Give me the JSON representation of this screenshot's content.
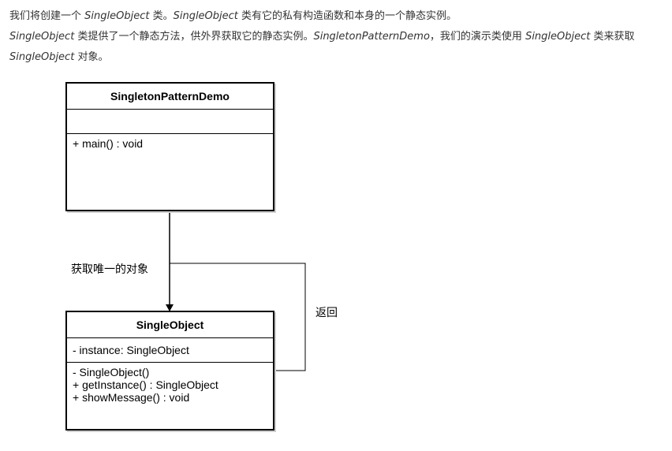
{
  "intro": {
    "line1": {
      "p1": "我们将创建一个 ",
      "e1": "SingleObject",
      "p2": " 类。",
      "e2": "SingleObject",
      "p3": " 类有它的私有构造函数和本身的一个静态实例。"
    },
    "line2": {
      "e1": "SingleObject",
      "p1": " 类提供了一个静态方法，供外界获取它的静态实例。",
      "e2": "SingletonPatternDemo",
      "p2": "，我们的演示类使用 ",
      "e3": "SingleObject",
      "p3": " 类来获取 ",
      "e4": "SingleObject",
      "p4": " 对象。"
    }
  },
  "diagram": {
    "demo_class": {
      "name": "SingletonPatternDemo",
      "attributes": [],
      "methods": [
        "+ main() : void"
      ]
    },
    "single_class": {
      "name": "SingleObject",
      "attributes": [
        "- instance: SingleObject"
      ],
      "methods": [
        "- SingleObject()",
        "+ getInstance() : SingleObject",
        "+ showMessage() : void"
      ]
    },
    "arrow_label": "获取唯一的对象",
    "return_label": "返回"
  }
}
